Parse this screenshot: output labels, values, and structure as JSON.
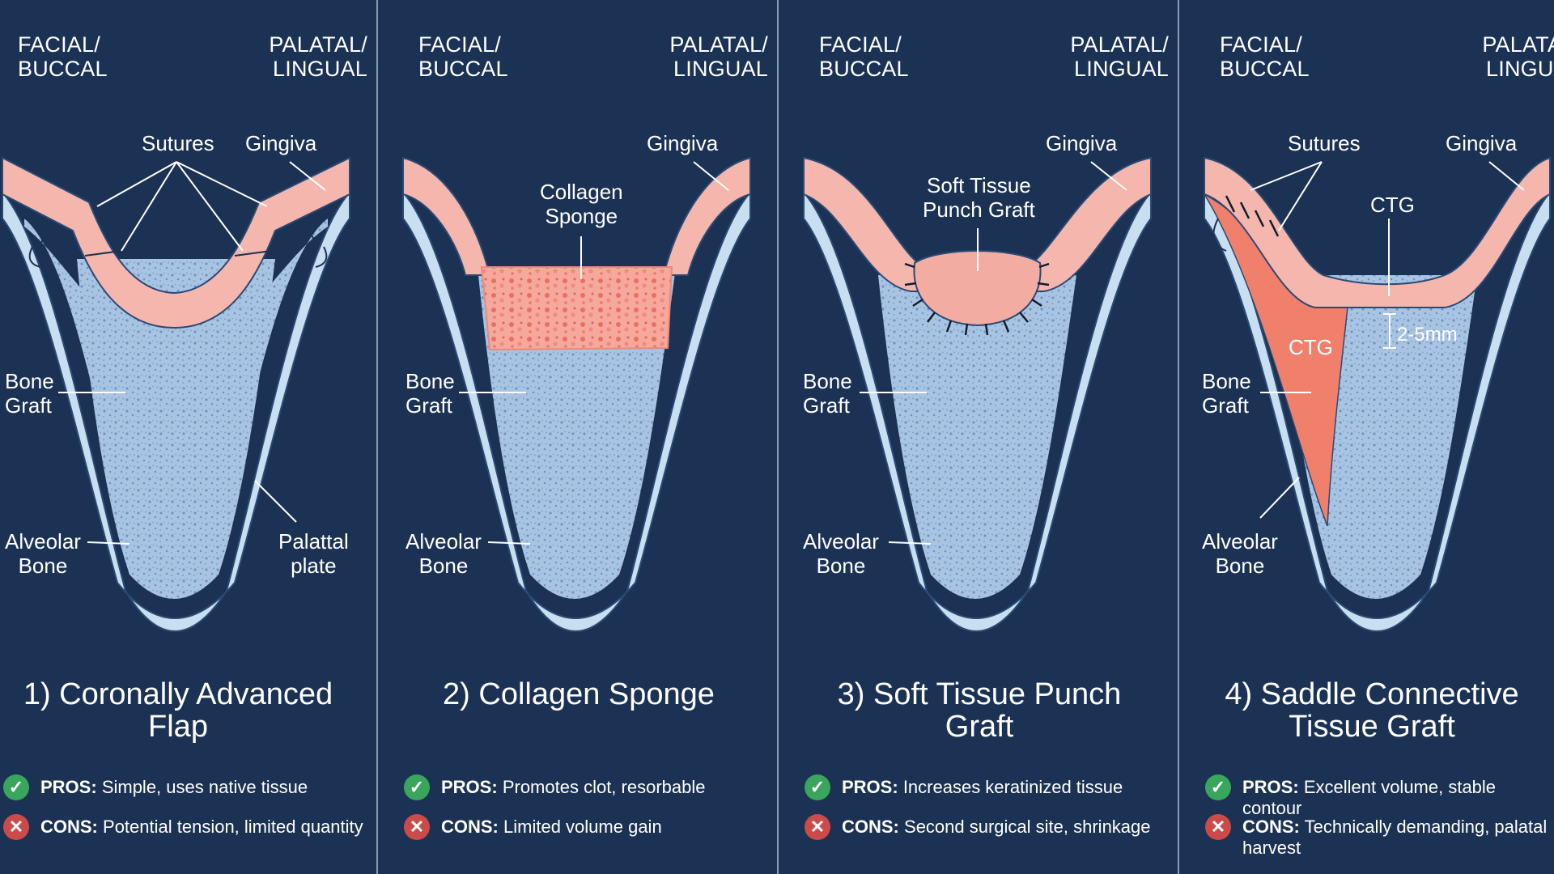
{
  "colors": {
    "background": "#1c3254",
    "gingiva": "#f4b6ad",
    "cortical_bone": "#c7dff0",
    "graft": "#9fbddc",
    "ctg": "#f0806c",
    "pros_check": "#3aa55c",
    "cons_x": "#cc4a4a"
  },
  "panels": [
    {
      "facial": [
        "FACIAL/",
        "BUCCAL"
      ],
      "palatal": [
        "PALATAL/",
        "LINGUAL"
      ],
      "labels": {
        "sutures": "Sutures",
        "gingiva": "Gingiva",
        "bone_graft": [
          "Bone",
          "Graft"
        ],
        "alveolar_bone": [
          "Alveolar",
          "Bone"
        ],
        "palatal_plate": [
          "Palattal",
          "plate"
        ]
      },
      "title": [
        "1) Coronally Advanced Flap"
      ],
      "pros_label": "PROS:",
      "pros": "Simple, uses native tissue",
      "cons_label": "CONS:",
      "cons": [
        "Potential tension, limited quantity"
      ],
      "pros_icon": "check-icon",
      "cons_icon": "x-icon"
    },
    {
      "facial": [
        "FACIAL/",
        "BUCCAL"
      ],
      "palatal": [
        "PALATAL/",
        "LINGUAL"
      ],
      "labels": {
        "gingiva": "Gingiva",
        "collagen_sponge": [
          "Collagen",
          "Sponge"
        ],
        "bone_graft": [
          "Bone",
          "Graft"
        ],
        "alveolar_bone": [
          "Alveolar",
          "Bone"
        ]
      },
      "title": [
        "2) Collagen Sponge"
      ],
      "pros_label": "PROS:",
      "pros": "Promotes clot, resorbable",
      "cons_label": "CONS:",
      "cons": [
        "Limited volume gain"
      ],
      "pros_icon": "check-icon",
      "cons_icon": "x-icon"
    },
    {
      "facial": [
        "FACIAL/",
        "BUCCAL"
      ],
      "palatal": [
        "PALATAL/",
        "LINGUAL"
      ],
      "labels": {
        "gingiva": "Gingiva",
        "punch_graft": [
          "Soft Tissue",
          "Punch Graft"
        ],
        "bone_graft": [
          "Bone",
          "Graft"
        ],
        "alveolar_bone": [
          "Alveolar",
          "Bone"
        ]
      },
      "title": [
        "3) Soft Tissue Punch Graft"
      ],
      "pros_label": "PROS:",
      "pros": "Increases keratinized tissue",
      "cons_label": "CONS:",
      "cons": [
        "Second surgical site, shrinkage"
      ],
      "pros_icon": "check-icon",
      "cons_icon": "x-icon"
    },
    {
      "facial": [
        "FACIAL/",
        "BUCCAL"
      ],
      "palatal": [
        "PALATAL/",
        "LINGUAL"
      ],
      "labels": {
        "sutures": "Sutures",
        "gingiva": "Gingiva",
        "ctg_top": "CTG",
        "ctg_inner": "CTG",
        "measure": "2-5mm",
        "bone_graft": [
          "Bone",
          "Graft"
        ],
        "alveolar_bone": [
          "Alveolar",
          "Bone"
        ]
      },
      "title": [
        "4) Saddle Connective",
        "Tissue Graft"
      ],
      "pros_label": "PROS:",
      "pros": "Excellent volume, stable contour",
      "cons_label": "CONS:",
      "cons": [
        "Technically demanding, palatal",
        "harvest"
      ],
      "pros_icon": "check-icon",
      "cons_icon": "x-icon"
    }
  ]
}
